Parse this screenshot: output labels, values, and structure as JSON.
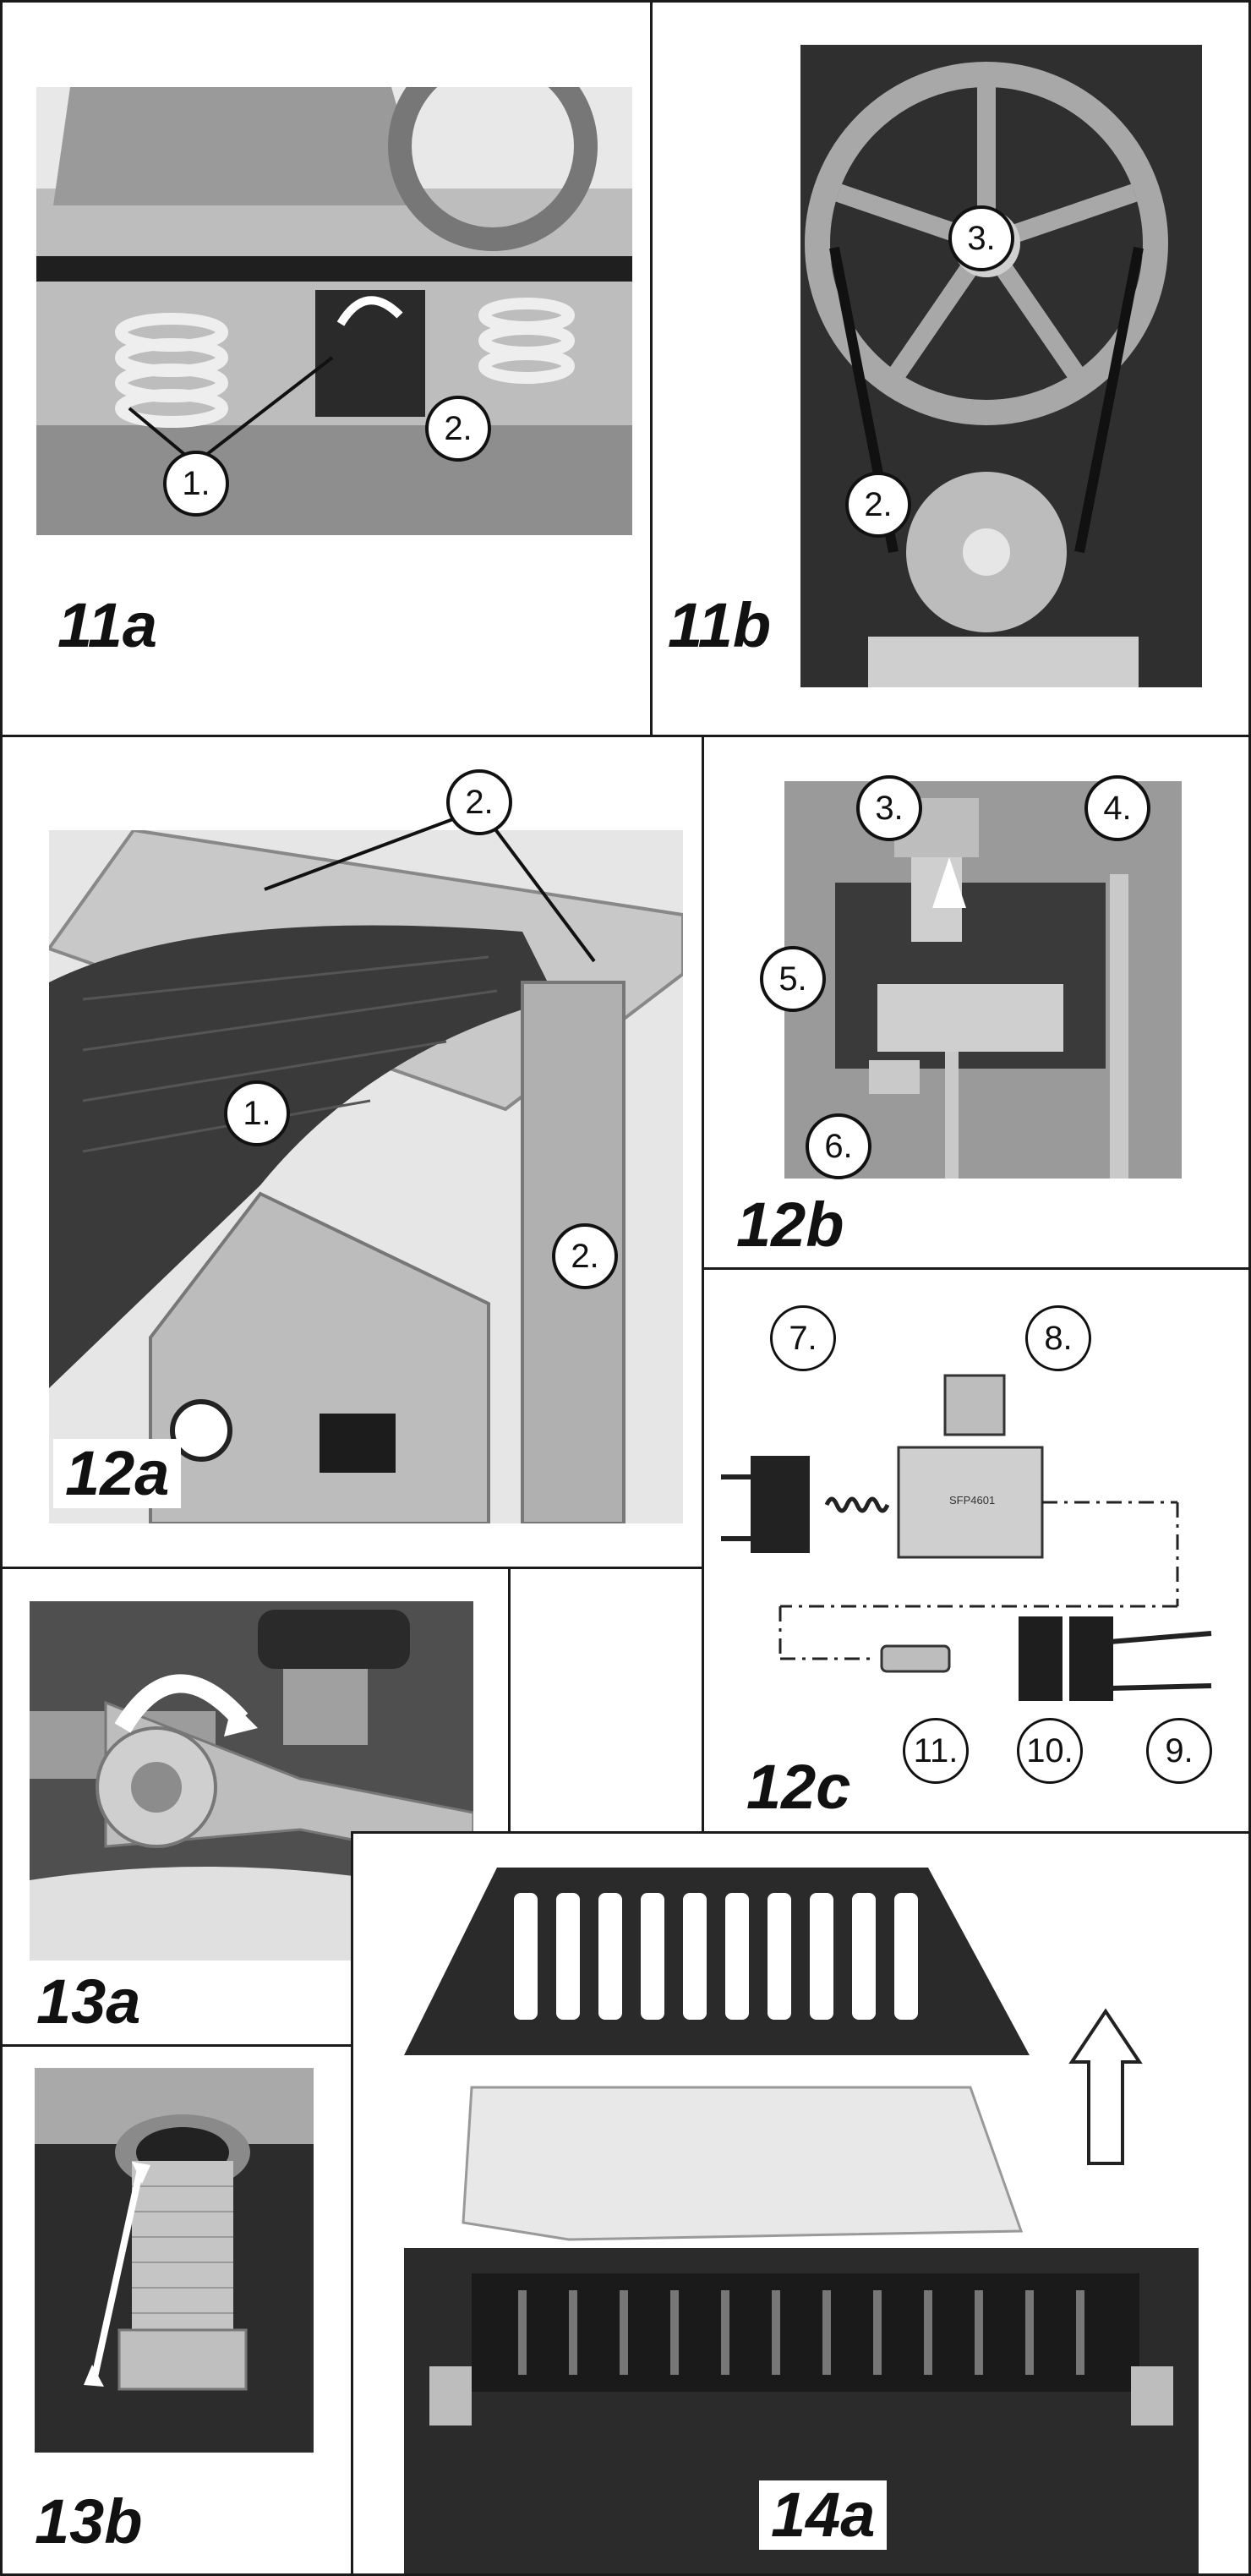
{
  "figures": {
    "f11a": {
      "caption": "11a",
      "callouts": [
        "1.",
        "2."
      ]
    },
    "f11b": {
      "caption": "11b",
      "callouts": [
        "3.",
        "2."
      ]
    },
    "f12a": {
      "caption": "12a",
      "callouts": [
        "2.",
        "1.",
        "2."
      ]
    },
    "f12b": {
      "caption": "12b",
      "callouts": [
        "3.",
        "4.",
        "5.",
        "6."
      ]
    },
    "f12c": {
      "caption": "12c",
      "callouts": [
        "7.",
        "8.",
        "11.",
        "10.",
        "9."
      ],
      "part_label": "SFP4601"
    },
    "f13a": {
      "caption": "13a"
    },
    "f13b": {
      "caption": "13b"
    },
    "f14a": {
      "caption": "14a"
    }
  },
  "colors": {
    "frame": "#1a1a1a",
    "photo_dark": "#3d3d3d",
    "photo_mid": "#8a8a8a",
    "photo_light": "#c9c9c9"
  }
}
